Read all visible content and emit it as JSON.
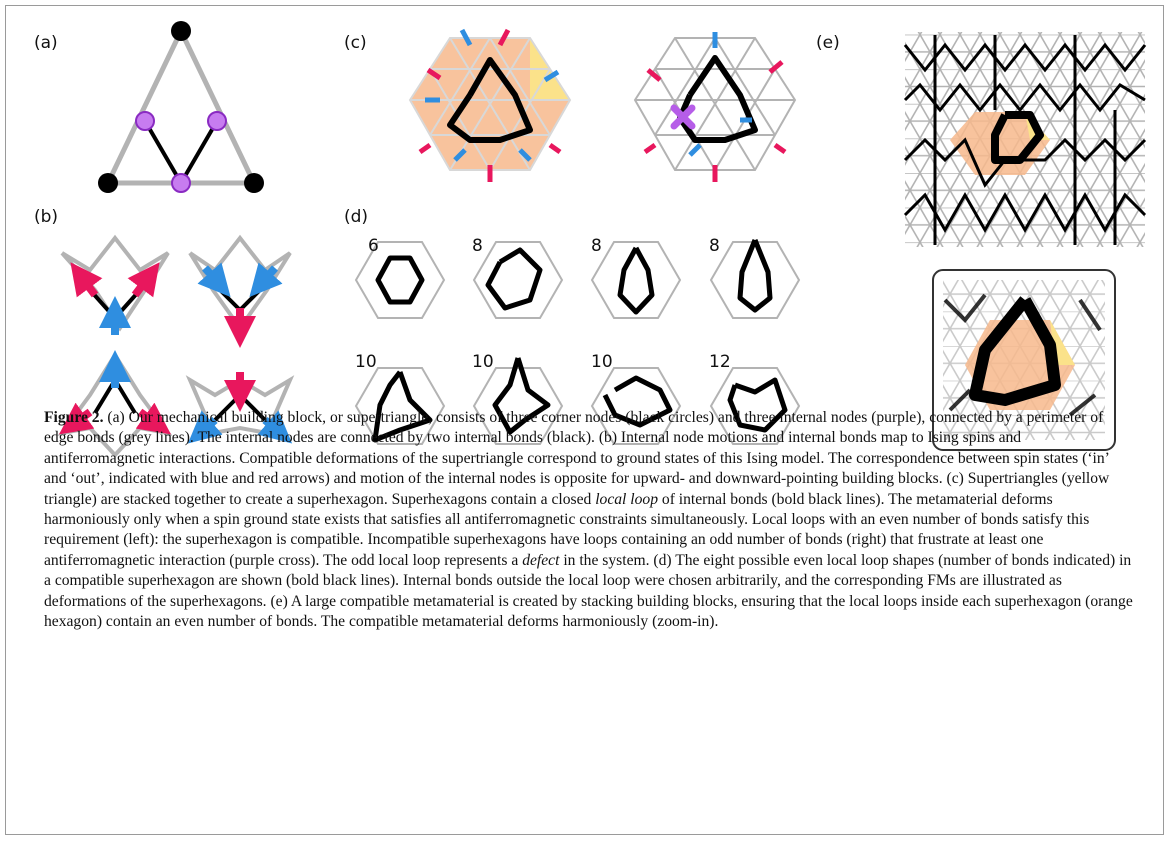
{
  "figure": {
    "panels": {
      "a": "(a)",
      "b": "(b)",
      "c": "(c)",
      "d": "(d)",
      "e": "(e)"
    },
    "loop_counts": [
      "6",
      "8",
      "8",
      "8",
      "10",
      "10",
      "10",
      "12"
    ],
    "colors": {
      "edge_bond": "#b3b3b3",
      "internal_bond": "#000000",
      "corner_node": "#000000",
      "internal_node": "#b65de8",
      "spin_out": "#e8175d",
      "spin_in": "#2f8ee0",
      "superhexagon": "#f7b98c",
      "supertriangle": "#fbe28a",
      "defect_cross": "#b65de8"
    }
  },
  "caption": {
    "label": "Figure 2.",
    "a_text": " (a) Our mechanical building block, or supertriangle, consists of three corner nodes (black circles) and three internal nodes (purple), connected by a perimeter of edge bonds (grey lines). The internal nodes are connected by two internal bonds (black). (b) Internal node motions and internal bonds map to Ising spins and antiferromagnetic interactions. Compatible deformations of the supertriangle correspond to ground states of this Ising model. The correspondence between spin states (‘in’ and ‘out’, indicated with blue and red arrows) and motion of the internal nodes is opposite for upward- and downward-pointing building blocks. (c) Supertriangles (yellow triangle) are stacked together to create a superhexagon. Superhexagons contain a closed ",
    "local_loop": "local loop",
    "b_text": " of internal bonds (bold black lines). The metamaterial deforms harmoniously only when a spin ground state exists that satisfies all antiferromagnetic constraints simultaneously. Local loops with an even number of bonds satisfy this requirement (left): the superhexagon is compatible. Incompatible superhexagons have loops containing an odd number of bonds (right) that frustrate at least one antiferromagnetic interaction (purple cross). The odd local loop represents a ",
    "defect": "defect",
    "c_text": " in the system. (d) The eight possible even local loop shapes (number of bonds indicated) in a compatible superhexagon are shown (bold black lines). Internal bonds outside the local loop were chosen arbitrarily, and the corresponding FMs are illustrated as deformations of the superhexagons. (e) A large compatible metamaterial is created by stacking building blocks, ensuring that the local loops inside each superhexagon (orange hexagon) contain an even number of bonds. The compatible metamaterial deforms harmoniously (zoom-in)."
  }
}
